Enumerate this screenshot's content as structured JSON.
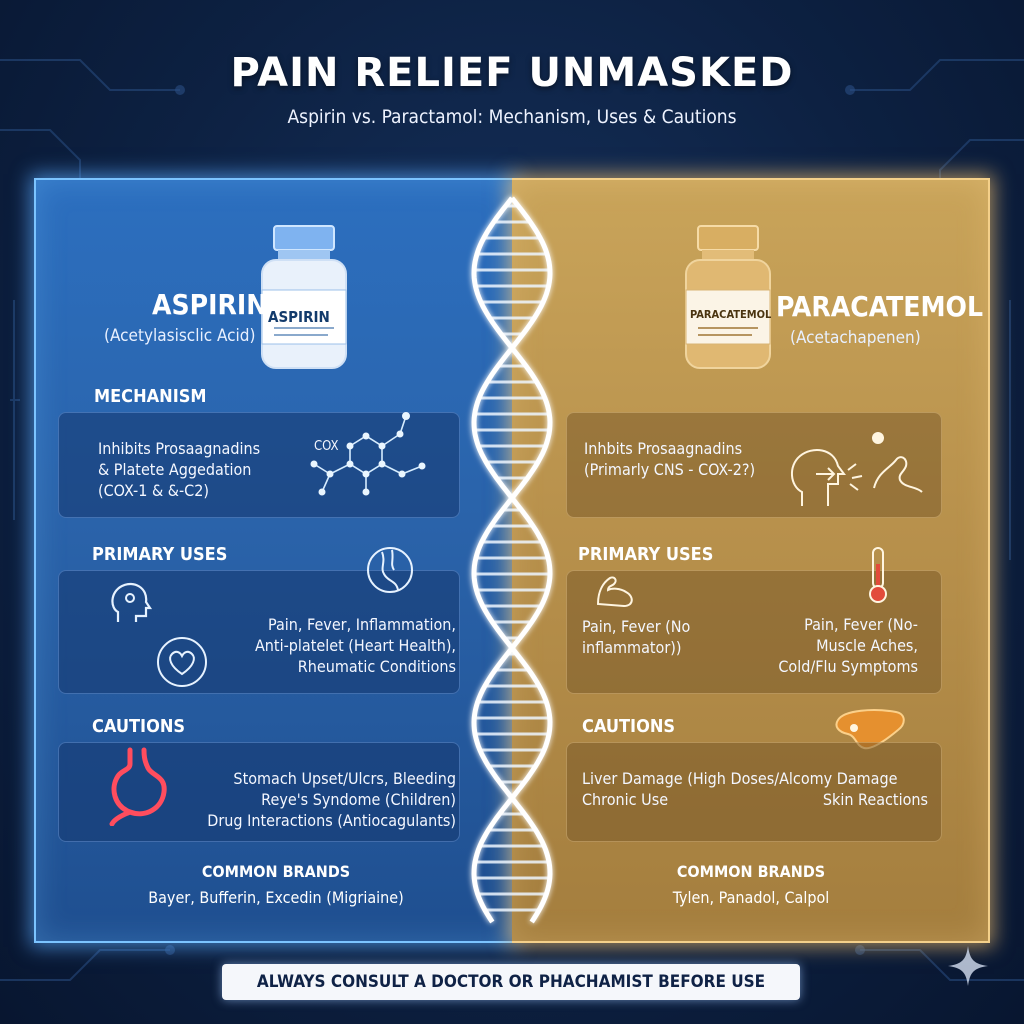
{
  "header": {
    "title": "PAIN RELIEF UNMASKED",
    "subtitle": "Aspirin vs. Paractamol: Mechanism, Uses & Cautions"
  },
  "aspirin": {
    "name": "ASPIRIN",
    "chemical": "(Acetylasisclic Acid)",
    "bottle_label": "ASPIRIN",
    "mechanism_heading": "MECHANISM",
    "mechanism_lines": [
      "Inhibits Prosaagnadins",
      "& Platete Aggedation",
      "(COX-1 & &-C2)"
    ],
    "mechanism_cox_label": "COX",
    "uses_heading": "PRIMARY USES",
    "uses_lines": [
      "Pain, Fever, Inflammation,",
      "Anti-platelet (Heart Health),",
      "Rheumatic Conditions"
    ],
    "cautions_heading": "CAUTIONS",
    "cautions_lines": [
      "Stomach Upset/Ulcrs, Bleeding",
      "Reye's Syndome (Children)",
      "Drug Interactions (Antiocagulants)"
    ],
    "brands_heading": "COMMON BRANDS",
    "brands": "Bayer, Bufferin, Excedin (Migriaine)"
  },
  "paracetamol": {
    "name": "PARACATEMOL",
    "chemical": "(Acetachapenen)",
    "bottle_label": "PARACATEMOL",
    "mechanism_heading": "",
    "mechanism_lines": [
      "Inhbits Prosaagnadins",
      "(Primarly CNS - COX-2?)"
    ],
    "uses_heading": "PRIMARY USES",
    "uses_left_lines": [
      "Pain, Fever (No",
      "inflammator))"
    ],
    "uses_right_lines": [
      "Pain, Fever (No-",
      "Muscle Aches,",
      "Cold/Flu Symptoms"
    ],
    "cautions_heading": "CAUTIONS",
    "cautions_left_lines": [
      "Liver Damage (High Doses/Alcomy Damage",
      "Chronic Use"
    ],
    "cautions_right_lines": [
      "Skin Reactions"
    ],
    "brands_heading": "COMMON BRANDS",
    "brands": "Tylen, Panadol, Calpol"
  },
  "footer": {
    "warning": "ALWAYS CONSULT A DOCTOR OR PHACHAMIST BEFORE USE"
  },
  "colors": {
    "aspirin_accent": "#2c6fbf",
    "paracetamol_accent": "#c9a45a",
    "background": "#0d2142"
  }
}
